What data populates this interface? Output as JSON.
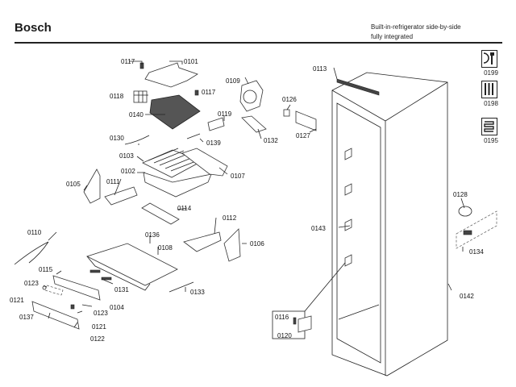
{
  "header": {
    "brand": "Bosch",
    "subtitle_line1": "Built-in-refrigerator side-by-side",
    "subtitle_line2": "fully integrated"
  },
  "side_icons": [
    {
      "icon": "wrench-tools-icon",
      "code": "0199"
    },
    {
      "icon": "screwdriver-set-icon",
      "code": "0198"
    },
    {
      "icon": "heating-coil-icon",
      "code": "0195"
    }
  ],
  "parts": {
    "p0101": "0101",
    "p0102": "0102",
    "p0103": "0103",
    "p0104": "0104",
    "p0105": "0105",
    "p0106": "0106",
    "p0107": "0107",
    "p0108": "0108",
    "p0109": "0109",
    "p0110": "0110",
    "p0111": "0111",
    "p0112": "0112",
    "p0113": "0113",
    "p0114": "0114",
    "p0115": "0115",
    "p0116": "0116",
    "p0117a": "0117",
    "p0117b": "0117",
    "p0118": "0118",
    "p0119": "0119",
    "p0120": "0120",
    "p0121a": "0121",
    "p0121b": "0121",
    "p0122": "0122",
    "p0123a": "0123",
    "p0123b": "0123",
    "p0126": "0126",
    "p0127": "0127",
    "p0128": "0128",
    "p0130": "0130",
    "p0131": "0131",
    "p0132": "0132",
    "p0133": "0133",
    "p0134": "0134",
    "p0136": "0136",
    "p0137": "0137",
    "p0139": "0139",
    "p0140": "0140",
    "p0142": "0142",
    "p0143": "0143"
  }
}
